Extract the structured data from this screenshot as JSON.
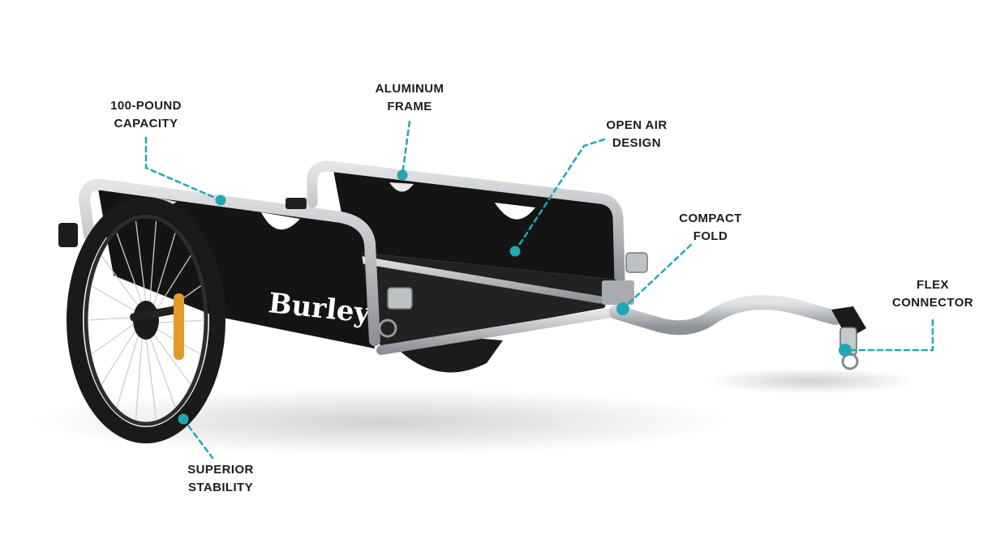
{
  "colors": {
    "accent": "#1fa8b3",
    "frame": "#b9bcbf",
    "fabric": "#141414",
    "tire": "#1a1a1a",
    "reflector": "#e39b2a",
    "text": "#1c1c1c"
  },
  "product": {
    "brand_label": "Burley"
  },
  "callouts": {
    "capacity": {
      "line1": "100-POUND",
      "line2": "CAPACITY"
    },
    "frame": {
      "line1": "ALUMINUM",
      "line2": "FRAME"
    },
    "open_air": {
      "line1": "OPEN AIR",
      "line2": "DESIGN"
    },
    "fold": {
      "line1": "COMPACT",
      "line2": "FOLD"
    },
    "connector": {
      "line1": "FLEX",
      "line2": "CONNECTOR"
    },
    "stability": {
      "line1": "SUPERIOR",
      "line2": "STABILITY"
    }
  }
}
